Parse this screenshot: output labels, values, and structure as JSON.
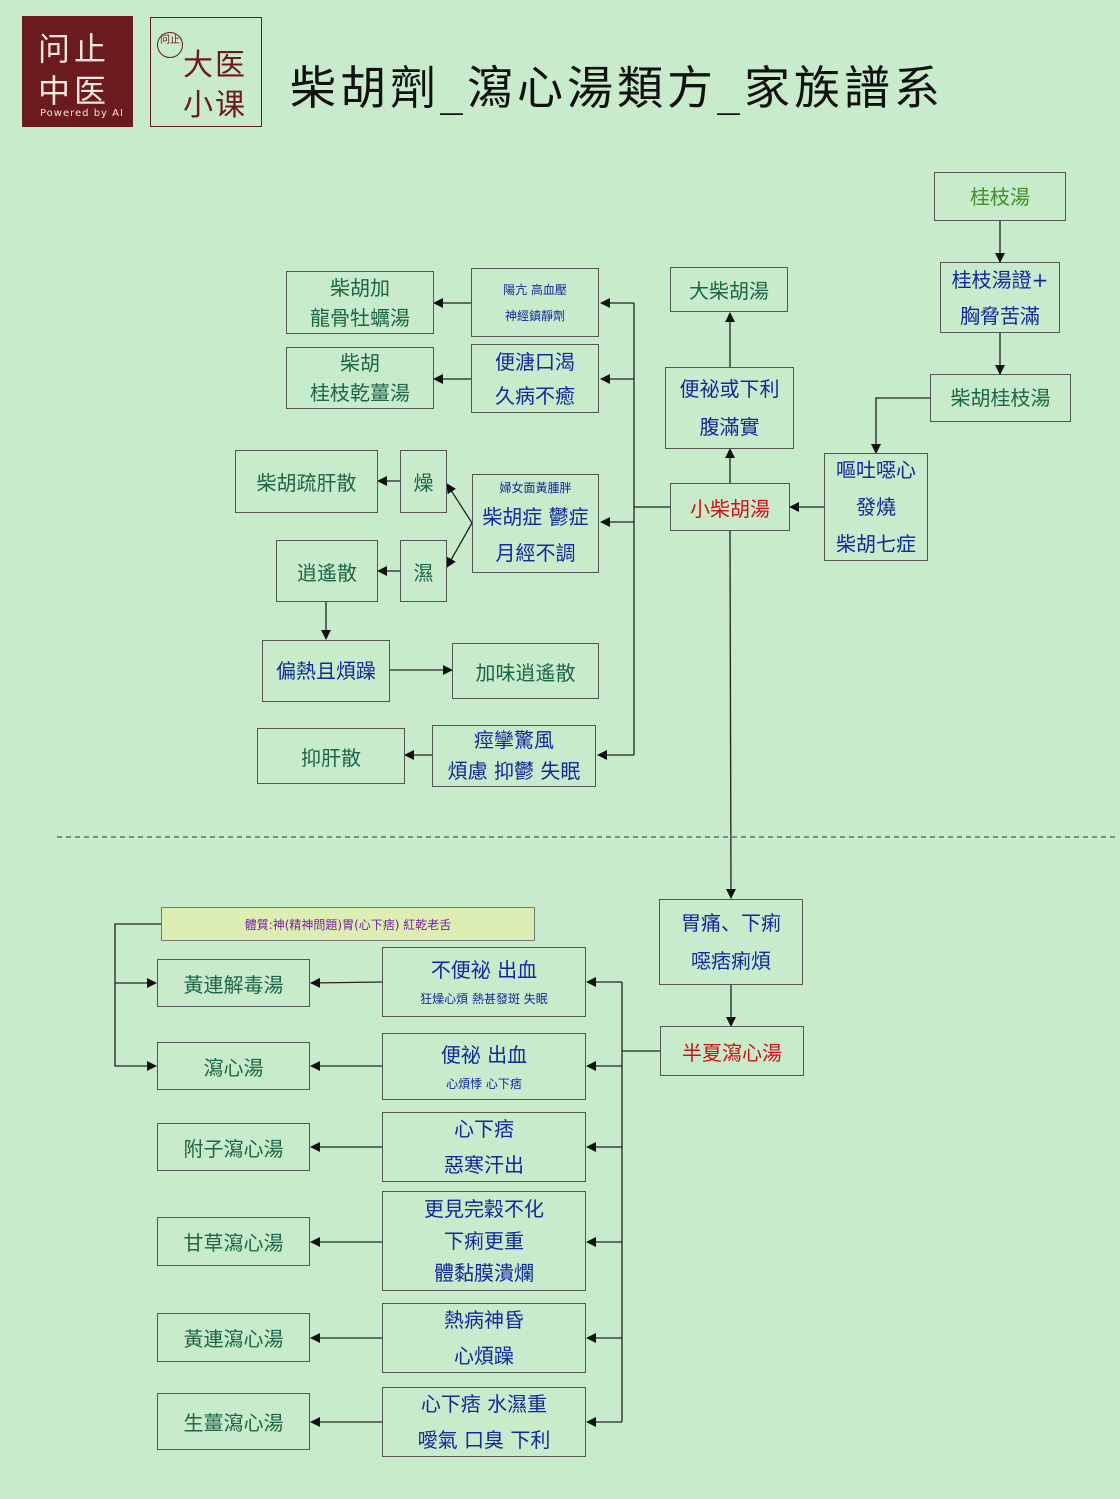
{
  "logo_main": {
    "line1": "问止",
    "line2": "中医",
    "tagline": "Powered by AI"
  },
  "logo_class": {
    "circle": "问止",
    "line1": "大医",
    "line2": "小课"
  },
  "title": "柴胡劑_瀉心湯類方_家族譜系",
  "nodes": {
    "guizhi_tang": "桂枝湯",
    "guizhi_zheng": [
      "桂枝湯證+",
      "胸脅苦滿"
    ],
    "chaihu_guizhi": "柴胡桂枝湯",
    "outu": [
      "嘔吐噁心",
      "發燒",
      "柴胡七症"
    ],
    "xiao_chaihu": "小柴胡湯",
    "bianmi_xiali": [
      "便祕或下利",
      "腹滿實"
    ],
    "da_chaihu": "大柴胡湯",
    "yangkang": [
      "陽亢  高血壓",
      "神經鎮靜劑"
    ],
    "longgu": [
      "柴胡加",
      "龍骨牡蠣湯"
    ],
    "bianke": [
      "便溏口渴",
      "久病不癒"
    ],
    "ganjiang": [
      "柴胡",
      "桂枝乾薑湯"
    ],
    "funv": [
      "婦女面黃腫胖",
      "柴胡症 鬱症",
      "月經不調"
    ],
    "zao": "燥",
    "shi": "濕",
    "shugan": "柴胡疏肝散",
    "xiaoyao": "逍遙散",
    "pianre": "偏熱且煩躁",
    "jiawei": "加味逍遙散",
    "jingluan": [
      "痙攣驚風",
      "煩慮 抑鬱 失眠"
    ],
    "yigan": "抑肝散",
    "weitong": [
      "胃痛、下痢",
      "噁痞痢煩"
    ],
    "banxia": "半夏瀉心湯",
    "tizhi": "體質:神(精神問題)胃(心下痞) 紅乾老舌",
    "bubianmi": [
      "不便祕  出血",
      "狂燥心煩 熱甚發斑 失眠"
    ],
    "huanglian_jiedu": "黃連解毒湯",
    "bianmi_chuxue": [
      "便祕 出血",
      "心煩悸 心下痞"
    ],
    "xiexin": "瀉心湯",
    "xinxiapi": [
      "心下痞",
      "惡寒汗出"
    ],
    "fuzi": "附子瀉心湯",
    "wangu": [
      "更見完穀不化",
      "下痢更重",
      "體黏膜潰爛"
    ],
    "gancao": "甘草瀉心湯",
    "rebing": [
      "熱病神昏",
      "心煩躁"
    ],
    "huanglian_xiexin": "黃連瀉心湯",
    "shuishi": [
      "心下痞 水濕重",
      "噯氣 口臭 下利"
    ],
    "shengjiang": "生薑瀉心湯"
  }
}
